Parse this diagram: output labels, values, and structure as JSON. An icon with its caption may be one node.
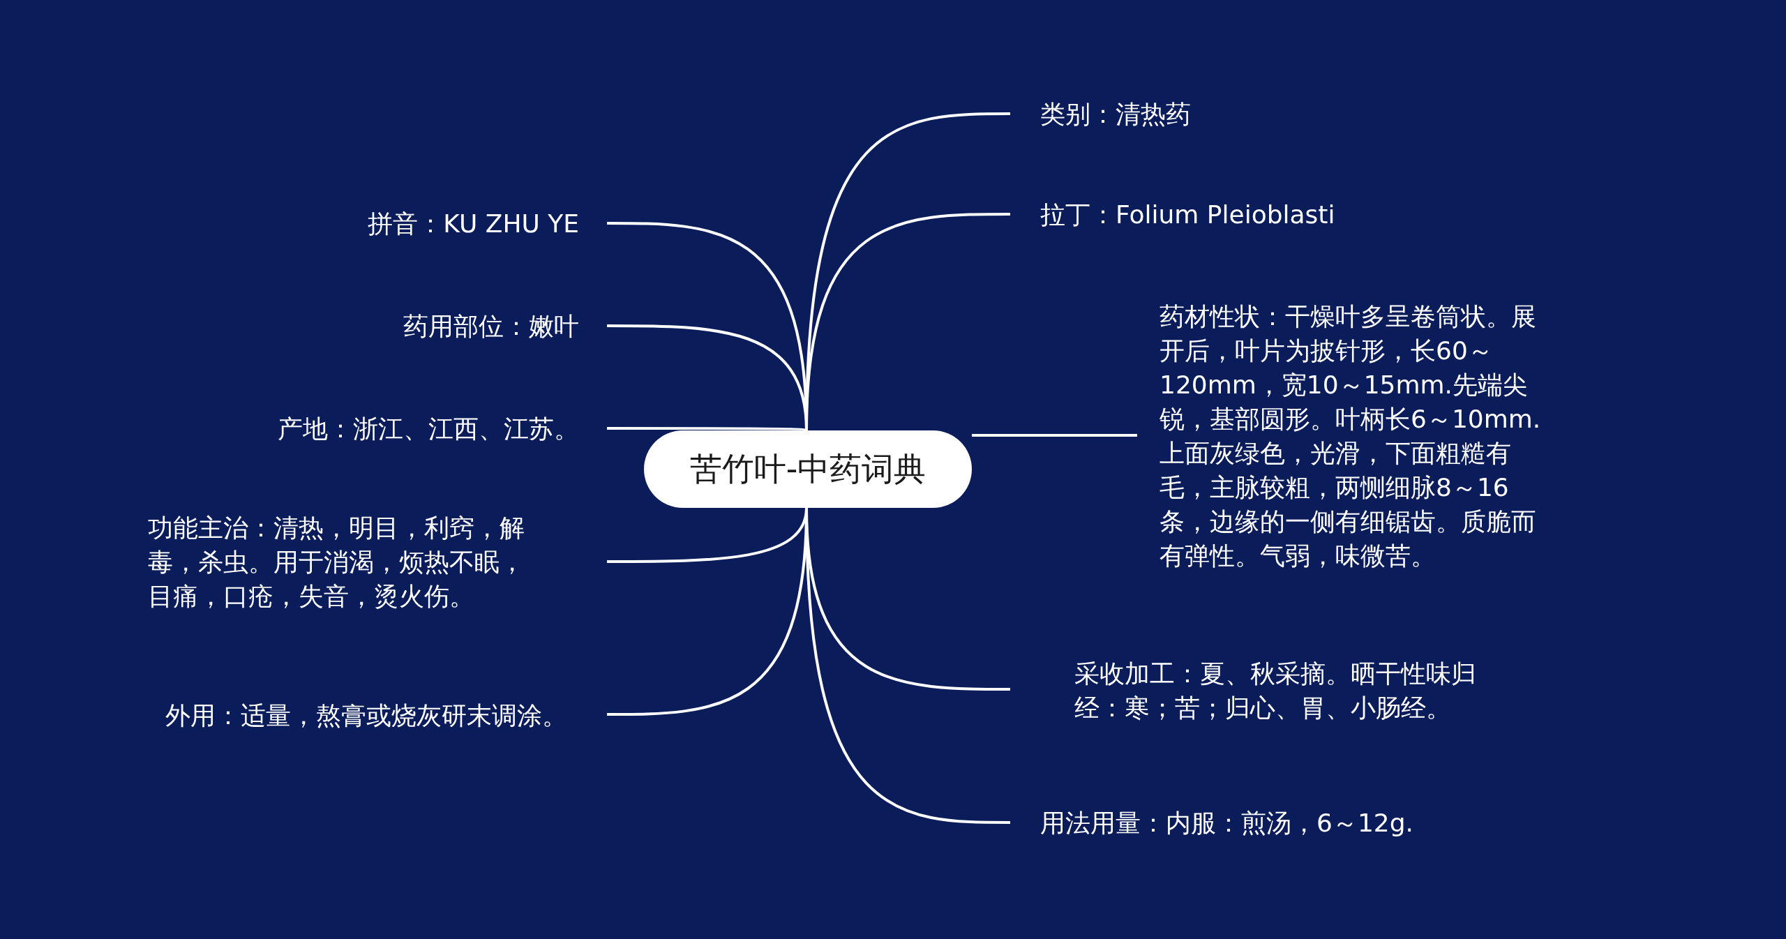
{
  "diagram": {
    "nodes": [
      {
        "text": [
          "苦竹叶-中药词典"
        ]
      },
      {
        "text": [
          "拼音：KU ZHU YE"
        ]
      },
      {
        "text": [
          "药用部位：嫩叶"
        ]
      },
      {
        "text": [
          "产地：浙江、江西、江苏。"
        ]
      },
      {
        "text": [
          "功能主治：清热，明目，利窍，解毒，杀虫。用于消渴，烦热不眠，目痛，口疮，失音，烫火伤。"
        ]
      },
      {
        "text": [
          "外用：适量，熬膏或烧灰研末调涂。"
        ]
      },
      {
        "text": [
          "类别：清热药"
        ]
      },
      {
        "text": [
          "拉丁：Folium Pleioblasti"
        ]
      },
      {
        "text": [
          "药材性状：干燥叶多呈卷筒状。展开后，叶片为披针形，长60～120mm，宽10～15mm.先端尖锐，基部圆形。叶柄长6～10mm.上面灰绿色，光滑，下面粗糙有毛，主脉较粗，两恻细脉8～16条，边缘的一侧有细锯齿。质脆而有弹性。气弱，味微苦。"
        ]
      },
      {
        "text": [
          "采收加工：夏、秋采摘。晒干性味归经：寒；苦；归心、胃、小肠经。"
        ]
      },
      {
        "text": [
          "用法用量：内服：煎汤，6～12g."
        ]
      }
    ],
    "edges": [
      {
        "from": 0,
        "to": 1,
        "arrow": "none"
      },
      {
        "from": 0,
        "to": 2,
        "arrow": "none"
      },
      {
        "from": 0,
        "to": 3,
        "arrow": "none"
      },
      {
        "from": 0,
        "to": 4,
        "arrow": "none"
      },
      {
        "from": 0,
        "to": 5,
        "arrow": "none"
      },
      {
        "from": 0,
        "to": 6,
        "arrow": "none"
      },
      {
        "from": 0,
        "to": 7,
        "arrow": "none"
      },
      {
        "from": 0,
        "to": 8,
        "arrow": "none"
      },
      {
        "from": 0,
        "to": 9,
        "arrow": "none"
      },
      {
        "from": 0,
        "to": 10,
        "arrow": "none"
      }
    ]
  }
}
